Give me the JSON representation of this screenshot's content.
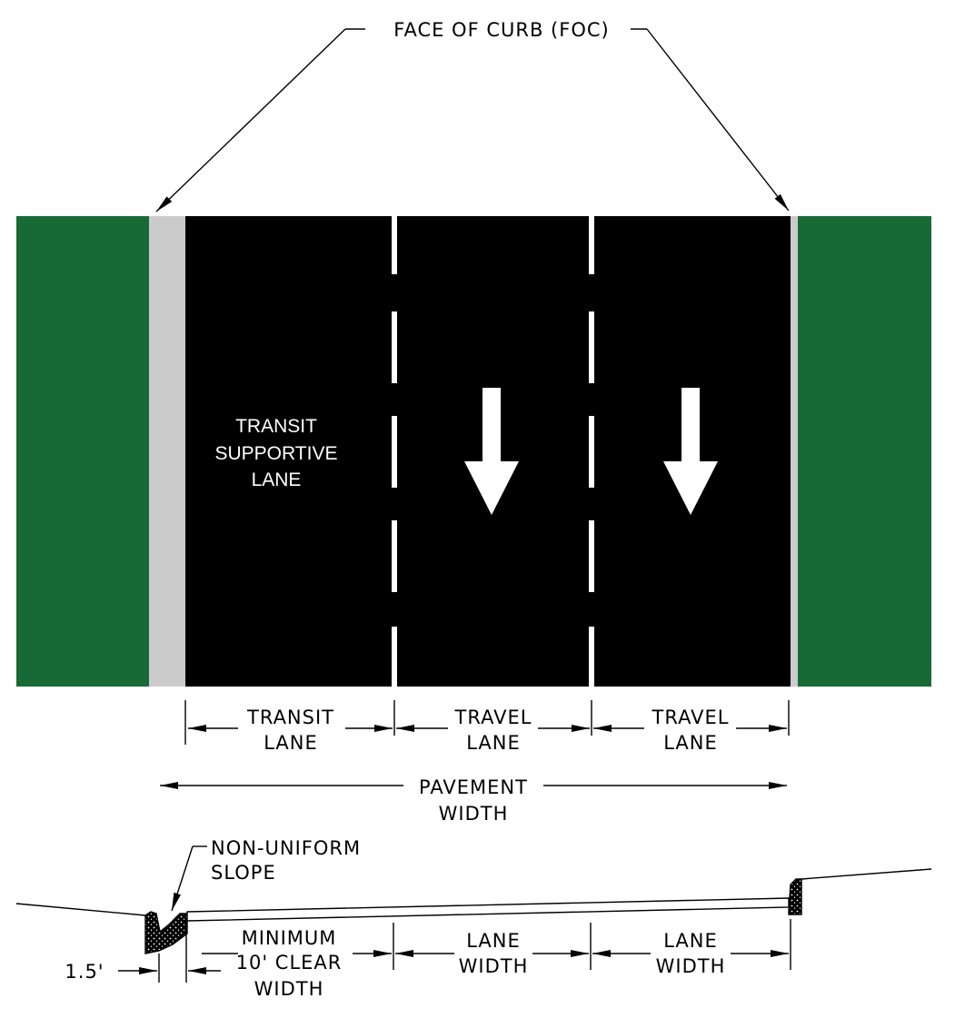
{
  "callout": {
    "label": "FACE OF CURB (FOC)"
  },
  "plan": {
    "transit_lane_label": [
      "TRANSIT",
      "SUPPORTIVE",
      "LANE"
    ],
    "colors": {
      "grass": "#176a36",
      "curb": "#cbcbcb",
      "pavement": "#000000",
      "marking": "#ffffff"
    },
    "arrows": [
      "down-arrow",
      "down-arrow"
    ]
  },
  "dimensions": {
    "transit": [
      "TRANSIT",
      "LANE"
    ],
    "travel_1": [
      "TRAVEL",
      "LANE"
    ],
    "travel_2": [
      "TRAVEL",
      "LANE"
    ],
    "pavement": [
      "PAVEMENT",
      "WIDTH"
    ]
  },
  "section": {
    "slope_note": [
      "NON-UNIFORM",
      "SLOPE"
    ],
    "curb_offset": "1.5'",
    "clear_width": [
      "MINIMUM",
      "10' CLEAR",
      "WIDTH"
    ],
    "lane_width_1": [
      "LANE",
      "WIDTH"
    ],
    "lane_width_2": [
      "LANE",
      "WIDTH"
    ]
  }
}
